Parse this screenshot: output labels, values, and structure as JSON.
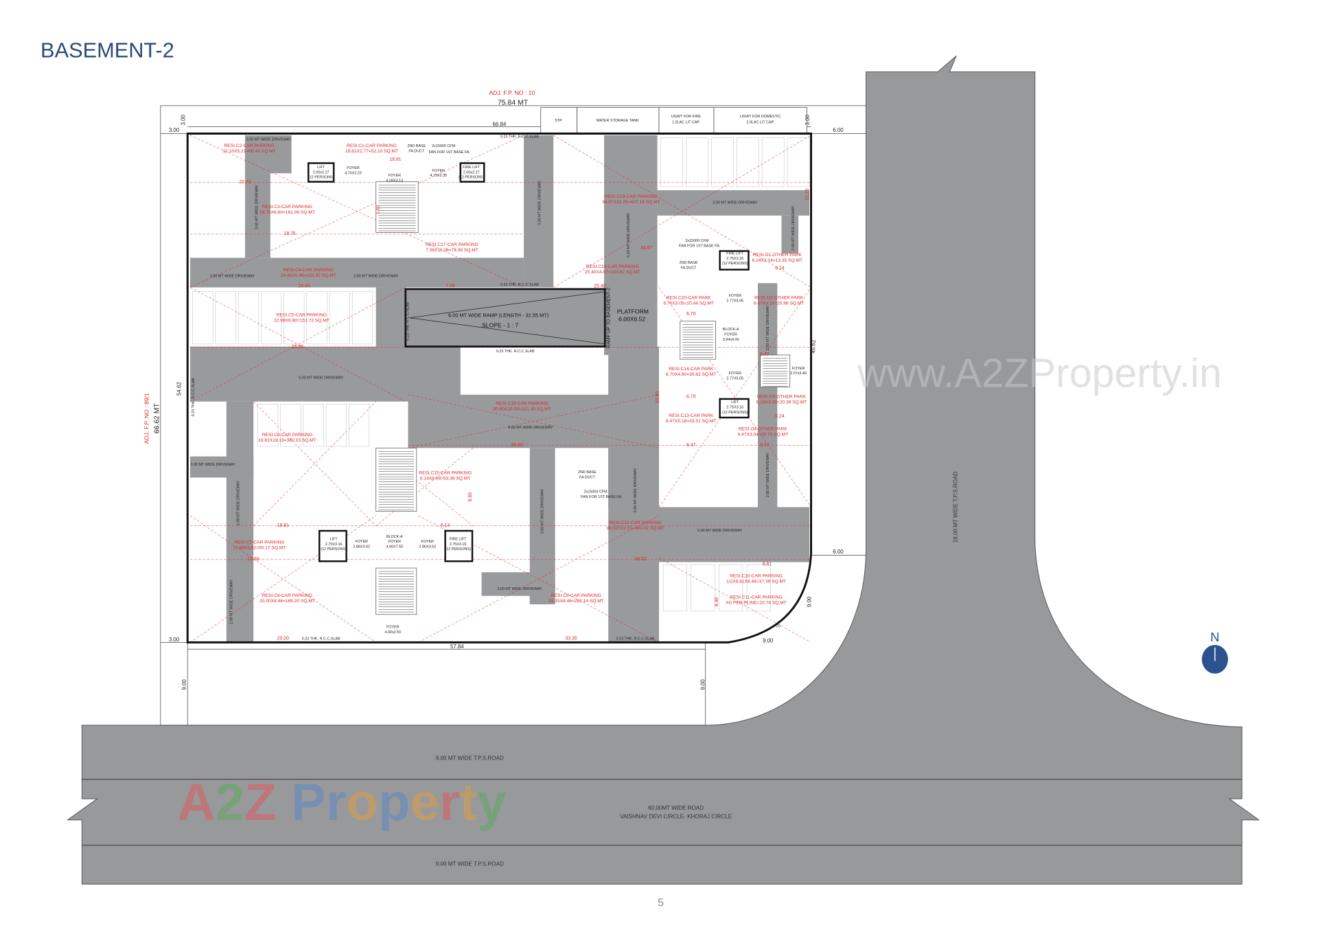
{
  "title": "BASEMENT-2",
  "page_number": "5",
  "compass": "N",
  "watermark_url": "www.A2ZProperty.in",
  "watermark_logo": [
    "A",
    "2",
    "Z",
    " ",
    "P",
    "r",
    "o",
    "p",
    "e",
    "r",
    "t",
    "y"
  ],
  "colors": {
    "title": "#2b4a78",
    "road": "#98999b",
    "driveway": "#999a9c",
    "parking_text": "#e0252b",
    "compass": "#2b538f"
  },
  "site": {
    "adj_top": "ADJ. F.P. NO : 10",
    "top_length": "75.84 MT",
    "top_inner": "66.84",
    "adj_left": "ADJ. F.P. NO : 89/1",
    "left_length": "66.62 MT"
  },
  "utilities": [
    "STP",
    "WATER STORAGE TANK",
    "UGWT FOR FIRE",
    "1.0LAC LIT CAP.",
    "UGWT FOR DOMESTIC",
    "2.0LAC LIT CAP."
  ],
  "roads": {
    "south_1": "9.00 MT WIDE T.P.S.ROAD",
    "main": "60.00MT WIDE ROAD",
    "main_sub": "VAISHNAV DEVI CIRCLE- KHORAJ CIRCLE",
    "south_2": "9.00 MT WIDE T.P.S.ROAD",
    "east": "18.00 MT WIDE T.P.S.ROAD"
  },
  "ramp": {
    "title": "6.00 MT WIDE RAMP (LENGTH - 32.55 MT)",
    "slope": "SLOPE - 1 : 7",
    "side": "RAMP UP TO BASEMENT-2",
    "platform": "PLATFORM",
    "platform_size": "6.00X6.52"
  },
  "parking": [
    {
      "name": "RESI.C2-CAR PARKING",
      "area": "12.10X5.21=66.42 SQ.MT"
    },
    {
      "name": "RESI.C1-CAR PARKING",
      "area": "18.81X2.77=52.10 SQ.MT"
    },
    {
      "name": "RESI.C3-CAR PARKING",
      "area": "18.76X8.60=161.08 SQ.MT"
    },
    {
      "name": "RESI.C17-CAR PARKING",
      "area": "7.06X11.06=78.08 SQ.MT"
    },
    {
      "name": "RESI.C4-CAR PARKING",
      "area": "24.45X5.46=133.50 SQ.MT"
    },
    {
      "name": "RESI.C19-CAR PARKING",
      "area": "34.87X12.25=427.16 SQ.MT"
    },
    {
      "name": "RESI.C18-CAR PARKING",
      "area": "25.40X4.07=103.62 SQ.MT"
    },
    {
      "name": "RESI.C5-CAR PARKING",
      "area": "22.99X6.60=151.73 SQ.MT"
    },
    {
      "name": "RESI.C20-CAR PARK",
      "area": "6.70X3.05=20.44 SQ.MT"
    },
    {
      "name": "RESI.O1-OTHER PARK",
      "area": "6.24X2.14=13.35 SQ.MT"
    },
    {
      "name": "RESI.O2-OTHER PARK",
      "area": "6.47X3.24=20.96 SQ.MT"
    },
    {
      "name": "RESI.C14-CAR PARK",
      "area": "6.70X4.60=30.82 SQ.MT"
    },
    {
      "name": "RESI.O3-OTHER PARK",
      "area": "6.24X3.38=20.39 SQ.MT"
    },
    {
      "name": "RESI.C13-CAR PARK",
      "area": "6.47X5.18=33.51 SQ.MT"
    },
    {
      "name": "RESI.O4-OTHER PARK",
      "area": "9.47X3.04=28.79 SQ.MT"
    },
    {
      "name": "RESI.C16-CAR PARKING",
      "area": "30.60X10.50=321.30 SQ.MT"
    },
    {
      "name": "RESI.C6-CAR PARKING",
      "area": "19.81X19.19=380.15 SQ.MT"
    },
    {
      "name": "RESI.C15-CAR PARKING",
      "area": "6.14X8.69=53.36 SQ.MT"
    },
    {
      "name": "RESI.C12-CAR PARKING",
      "area": "36.02X12.31=443.41 SQ.MT"
    },
    {
      "name": "RESI.C7-CAR PARKING",
      "area": "13.66X3.62=50.17 SQ.MT"
    },
    {
      "name": "RESI.C8-CAR PARKING",
      "area": "20.00X8.46=169.20 SQ.MT"
    },
    {
      "name": "RESI.C9-CAR PARKING",
      "area": "33.35X8.46=282.14 SQ.MT"
    },
    {
      "name": "RESI.C10-CAR PARKING",
      "area": "1/2X8.81X8.46=37.39 SQ.MT"
    },
    {
      "name": "RESI.C11-CAR PARKING",
      "area": "AS PER PLINE=10.74 SQ.MT"
    }
  ],
  "labels": [
    "3.00 MT WIDE DRIVEWAY",
    "LIFT",
    "2.00x2.27",
    "(12 PERSONS)",
    "FOYER",
    "4.75X2.23",
    "FOYER",
    "4.09X3.13",
    "FOYER",
    "4.75X2.35",
    "FIRE LIFT",
    "2.00x2.27",
    "(12 PERSONS)",
    "2ND BASE",
    "FA DUCT",
    "2x15000 CFM",
    "FAN FOR 1ST BASE FA.",
    "0.23 THK. R.C.C.SLAB",
    "3.00 MT WIDE DRIVEWAY",
    "3.00 MT WIDE DRIVEWAY",
    "5.50 MT WIDE DRIVEWAY",
    "3.00 MT WIDE DRIVEWAY",
    "2.00 MT WIDE DRIVEWAY",
    "2x15000 CFM",
    "FAN FOR 1ST BASE FA.",
    "2ND BASE",
    "FA DUCT",
    "FIRE LIFT",
    "2.75X3.16",
    "(12 PERSONS)",
    "3.00 MT WIDE DRIVEWAY",
    "3.00 MT WIDE DRIVEWAY",
    "0.23 THK. R.C.C.SLAB",
    "0.23 THK. R.C.C.SLAB",
    "FOYER",
    "2.77X5.05",
    "BLOCK-A",
    "FOYER",
    "3.94x4.00",
    "2.00 MT WIDE DRIVEWAY",
    "0.23 THK. R.C.C.SLAB",
    "FOYER",
    "2.77X5.05",
    "FOYER",
    "2.07x3.40",
    "LIFT",
    "2.75X3.16",
    "(12 PERSONS)",
    "6.00 MT WIDE DRIVEWAY",
    "6.00 MT WIDE DRIVEWAY",
    "0.23 THK. R.C.C.SLAB",
    "3.00 MT WIDE DRIVEWAY",
    "2.00 MT WIDE DRIVEWAY",
    "2.00 MT WIDE DRIVEWAY",
    "2ND BASE",
    "FA DUCT",
    "2x15000 CFM",
    "FAN FOR 1ST BASE FA.",
    "3.00 MT WIDE DRIVEWAY",
    "5.00 MT WIDE DRIVEWAY",
    "2.00 MT WIDE DRIVEWAY",
    "6.00 MT WIDE DRIVEWAY",
    "LIFT",
    "2.75X3.16",
    "(12 PERSONS)",
    "FOYER",
    "2.86X3.62",
    "BLOCK-A",
    "FOYER",
    "4.60X7.55",
    "FOYER",
    "2.86X3.62",
    "FIRE LIFT",
    "2.75X3.16",
    "(12 PERSONS)",
    "3.00 MT WIDE DRIVEWAY",
    "FOYER",
    "4.00x2.50",
    "0.23 THK. R.C.C.SLAB",
    "0.23 THK. R.C.C.SLAB",
    "(1)"
  ],
  "dimensions_black": [
    "3.00",
    "3.00",
    "3.00",
    "6.00",
    "6.00",
    "3.00",
    "57.84",
    "9.00",
    "9.00",
    "9.00",
    "9.00",
    "45.62",
    "54.62"
  ],
  "dimensions_red": [
    "22.70",
    "18.76",
    "18.81",
    "24.45",
    "7.06",
    "25.40",
    "34.87",
    "22.99",
    "30.60",
    "19.81",
    "13.66",
    "20.00",
    "33.35",
    "36.02",
    "6.14",
    "8.81",
    "6.70",
    "6.70",
    "6.47",
    "6.24",
    "6.47",
    "6.24",
    "9.47",
    "12.25",
    "5.60",
    "10.50",
    "8.69",
    "8.46"
  ]
}
